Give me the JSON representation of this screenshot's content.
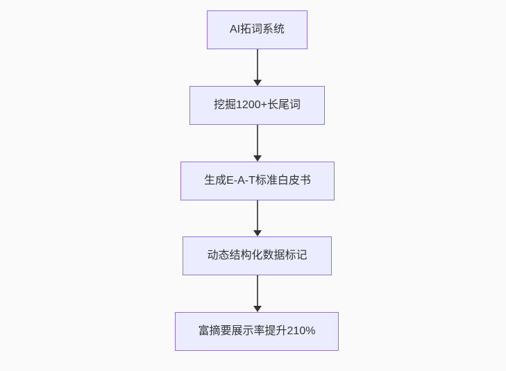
{
  "flowchart": {
    "type": "vertical-flow",
    "nodes": [
      {
        "label": "AI拓词系统"
      },
      {
        "label": "挖掘1200+长尾词"
      },
      {
        "label": "生成E-A-T标准白皮书"
      },
      {
        "label": "动态结构化数据标记"
      },
      {
        "label": "富摘要展示率提升210%"
      }
    ],
    "edges": [
      {
        "from": 0,
        "to": 1
      },
      {
        "from": 1,
        "to": 2
      },
      {
        "from": 2,
        "to": 3
      },
      {
        "from": 3,
        "to": 4
      }
    ]
  },
  "colors": {
    "background": "#fafafa",
    "node_fill": "#ececff",
    "node_border": "#9370db",
    "node_text": "#333333",
    "arrow_line": "#555555",
    "arrow_head": "#333333"
  }
}
